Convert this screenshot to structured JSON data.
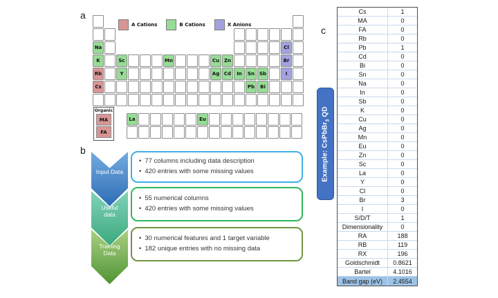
{
  "panel_labels": {
    "a": "a",
    "b": "b",
    "c": "c"
  },
  "periodic_table": {
    "legend": [
      {
        "label": "A Cations",
        "type": "a"
      },
      {
        "label": "B Cations",
        "type": "b"
      },
      {
        "label": "X Anions",
        "type": "x"
      }
    ],
    "colors": {
      "a": "#D89594",
      "b": "#97DB96",
      "x": "#A3A2DE",
      "empty": "#FFFFFF"
    },
    "grid": {
      "cols": 18,
      "rows": 7
    },
    "slots": [
      {
        "row": 1,
        "cols": [
          1,
          18
        ]
      },
      {
        "row": 2,
        "cols": [
          1,
          2,
          13,
          14,
          15,
          16,
          17,
          18
        ]
      },
      {
        "row": 3,
        "cols": [
          1,
          2,
          13,
          14,
          15,
          16,
          17,
          18
        ]
      },
      {
        "row": 4,
        "cols": "all"
      },
      {
        "row": 5,
        "cols": "all"
      },
      {
        "row": 6,
        "cols": "all"
      },
      {
        "row": 7,
        "cols": "all"
      }
    ],
    "elements": [
      {
        "symbol": "Na",
        "row": 3,
        "col": 1,
        "type": "b"
      },
      {
        "symbol": "Cl",
        "row": 3,
        "col": 17,
        "type": "x"
      },
      {
        "symbol": "K",
        "row": 4,
        "col": 1,
        "type": "b"
      },
      {
        "symbol": "Sc",
        "row": 4,
        "col": 3,
        "type": "b"
      },
      {
        "symbol": "Mn",
        "row": 4,
        "col": 7,
        "type": "b"
      },
      {
        "symbol": "Cu",
        "row": 4,
        "col": 11,
        "type": "b"
      },
      {
        "symbol": "Zn",
        "row": 4,
        "col": 12,
        "type": "b"
      },
      {
        "symbol": "Br",
        "row": 4,
        "col": 17,
        "type": "x"
      },
      {
        "symbol": "Rb",
        "row": 5,
        "col": 1,
        "type": "a"
      },
      {
        "symbol": "Y",
        "row": 5,
        "col": 3,
        "type": "b"
      },
      {
        "symbol": "Ag",
        "row": 5,
        "col": 11,
        "type": "b"
      },
      {
        "symbol": "Cd",
        "row": 5,
        "col": 12,
        "type": "b"
      },
      {
        "symbol": "In",
        "row": 5,
        "col": 13,
        "type": "b"
      },
      {
        "symbol": "Sn",
        "row": 5,
        "col": 14,
        "type": "b"
      },
      {
        "symbol": "Sb",
        "row": 5,
        "col": 15,
        "type": "b"
      },
      {
        "symbol": "I",
        "row": 5,
        "col": 17,
        "type": "x"
      },
      {
        "symbol": "Cs",
        "row": 6,
        "col": 1,
        "type": "a"
      },
      {
        "symbol": "Pb",
        "row": 6,
        "col": 14,
        "type": "b"
      },
      {
        "symbol": "Bi",
        "row": 6,
        "col": 15,
        "type": "b"
      }
    ],
    "fblock": {
      "rows": 2,
      "cols": 15,
      "elements": [
        {
          "symbol": "La",
          "row": 1,
          "col": 1,
          "type": "b"
        },
        {
          "symbol": "Eu",
          "row": 1,
          "col": 7,
          "type": "b"
        }
      ]
    },
    "organic": {
      "label": "Organic",
      "cells": [
        {
          "symbol": "MA",
          "type": "a"
        },
        {
          "symbol": "FA",
          "type": "a"
        }
      ]
    }
  },
  "flowchart": {
    "steps": [
      {
        "label_lines": [
          "Input Data"
        ],
        "chevron_top": "#74ABDF",
        "chevron_bottom": "#2E6DB5",
        "box_border": "#3FB0E6",
        "bullets": [
          "77 columns including data description",
          "420 entries with some missing values"
        ]
      },
      {
        "label_lines": [
          "Useful",
          "data"
        ],
        "chevron_top": "#82D2BA",
        "chevron_bottom": "#3BA97D",
        "box_border": "#2EB85B",
        "bullets": [
          "55 numerical columns",
          "420 entries with some missing values"
        ]
      },
      {
        "label_lines": [
          "Training",
          "Data"
        ],
        "chevron_top": "#ABD083",
        "chevron_bottom": "#4F9434",
        "box_border": "#6E9440",
        "bullets": [
          "30 numerical features and 1 target variable",
          "182 unique entries with no missing data"
        ]
      }
    ]
  },
  "example_panel": {
    "badge": {
      "prefix": "Example: CsPbBr",
      "sub": "3",
      "suffix": " QD",
      "bg": "#4472C4",
      "border": "#2F5597"
    },
    "highlight_color": "#9DC3E6",
    "rows": [
      {
        "name": "Cs",
        "value": "1"
      },
      {
        "name": "MA",
        "value": "0"
      },
      {
        "name": "FA",
        "value": "0"
      },
      {
        "name": "Rb",
        "value": "0"
      },
      {
        "name": "Pb",
        "value": "1"
      },
      {
        "name": "Cd",
        "value": "0"
      },
      {
        "name": "Bi",
        "value": "0"
      },
      {
        "name": "Sn",
        "value": "0"
      },
      {
        "name": "Na",
        "value": "0"
      },
      {
        "name": "In",
        "value": "0"
      },
      {
        "name": "Sb",
        "value": "0"
      },
      {
        "name": "K",
        "value": "0"
      },
      {
        "name": "Cu",
        "value": "0"
      },
      {
        "name": "Ag",
        "value": "0"
      },
      {
        "name": "Mn",
        "value": "0"
      },
      {
        "name": "Eu",
        "value": "0"
      },
      {
        "name": "Zn",
        "value": "0"
      },
      {
        "name": "Sc",
        "value": "0"
      },
      {
        "name": "La",
        "value": "0"
      },
      {
        "name": "Y",
        "value": "0"
      },
      {
        "name": "Cl",
        "value": "0"
      },
      {
        "name": "Br",
        "value": "3"
      },
      {
        "name": "I",
        "value": "0"
      },
      {
        "name": "S/D/T",
        "value": "1"
      },
      {
        "name": "Dimensionality",
        "value": "0"
      },
      {
        "name": "RA",
        "value": "188"
      },
      {
        "name": "RB",
        "value": "119"
      },
      {
        "name": "RX",
        "value": "196"
      },
      {
        "name": "Goldschmidt",
        "value": "0.8621"
      },
      {
        "name": "Bartel",
        "value": "4.1016"
      },
      {
        "name": "Band gap (eV)",
        "value": "2.4554",
        "highlight": true
      }
    ]
  }
}
